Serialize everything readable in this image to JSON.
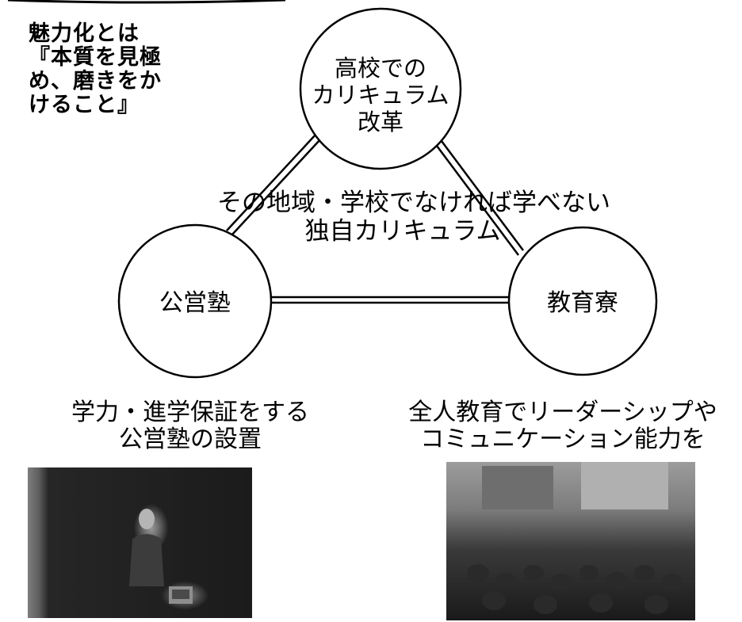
{
  "top_title_fragment": "魅力化とは",
  "note": {
    "lines": [
      "魅力化とは",
      "『本質を見極",
      "め、磨きをか",
      "けること』"
    ]
  },
  "nodes": {
    "top": [
      "高校での",
      "カリキュラム",
      "改革"
    ],
    "left": [
      "公営塾"
    ],
    "right": [
      "教育寮"
    ]
  },
  "center_text": [
    "その地域・学校でなければ学べない",
    "独自カリキュラム"
  ],
  "captions": {
    "left": [
      "学力・進学保証をする",
      "公営塾の設置"
    ],
    "right": [
      "全人教育でリーダーシップや",
      "コミュニケーション能力を"
    ]
  },
  "colors": {
    "ink": "#000000",
    "background": "#ffffff",
    "photo_dark": "#1e1e1e"
  }
}
